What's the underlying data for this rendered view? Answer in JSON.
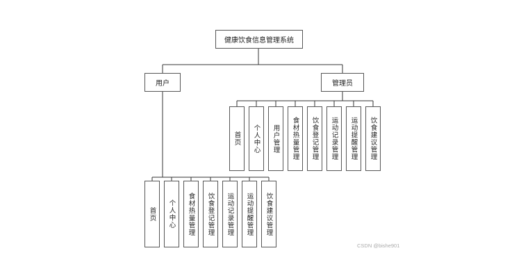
{
  "root": {
    "label": "健康饮食信息管理系统"
  },
  "user_branch": {
    "label": "用户",
    "modules": [
      "首页",
      "个人中心",
      "食材热量管理",
      "饮食登记管理",
      "运动记录管理",
      "运动提醒管理",
      "饮食建议管理"
    ]
  },
  "admin_branch": {
    "label": "管理员",
    "modules": [
      "首页",
      "个人中心",
      "用户管理",
      "食材热量管理",
      "饮食登记管理",
      "运动记录管理",
      "运动提醒管理",
      "饮食建议管理"
    ]
  },
  "watermark": "CSDN @bishe901"
}
